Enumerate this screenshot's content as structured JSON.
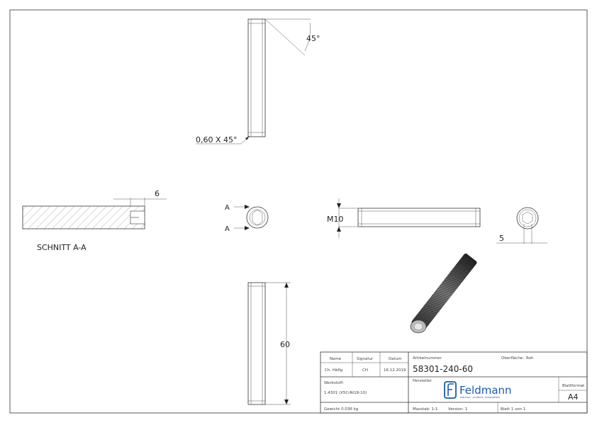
{
  "dimensions": {
    "angle": "45°",
    "chamfer": "0,60 X 45°",
    "depth": "6",
    "thread": "M10",
    "hex": "5",
    "length": "60"
  },
  "section": {
    "title": "SCHNITT A-A",
    "marker_top": "A",
    "marker_bottom": "A"
  },
  "title_block": {
    "name_label": "Name",
    "signature_label": "Signatur",
    "date_label": "Datum",
    "name_value": "Ch. Häfig",
    "signature_value": "CH",
    "date_value": "16.12.2019",
    "article_label": "Artikelnummer",
    "article_value": "58301-240-60",
    "surface_label": "Oberfläche:",
    "surface_value": "Roh",
    "material_label": "Werkstoff:",
    "material_value": "1.4301 (X5CrNi18-10)",
    "manufacturer_label": "Hersteller",
    "logo_text": "Feldmann",
    "logo_tagline": "EDELSTAHL · ALUMINIUM · SCHMIEDEEISEN",
    "format_label": "Blattformat",
    "format_value": "A4",
    "weight": "Gewicht 0.036 kg",
    "scale": "Masstab: 1:1",
    "version": "Version: 1",
    "sheet": "Blatt 1 von 1"
  }
}
